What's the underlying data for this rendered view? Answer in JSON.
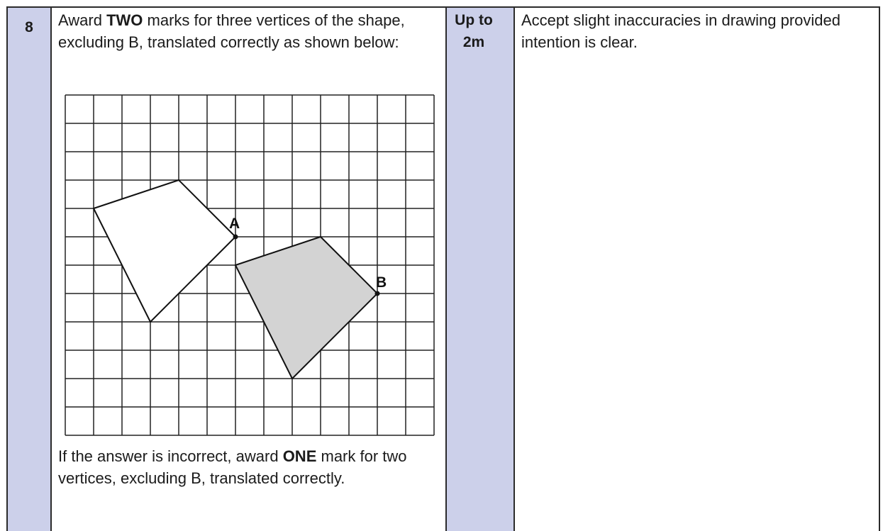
{
  "question": {
    "number": "8"
  },
  "criteria": {
    "main_pre": "Award ",
    "main_bold": "TWO",
    "main_post": " marks for three vertices of the shape, excluding B, translated correctly as shown below:",
    "alt_pre": "If the answer is incorrect, award ",
    "alt_bold": "ONE",
    "alt_post": " mark for two vertices, excluding B, translated correctly."
  },
  "marks": {
    "line1": "Up to",
    "line2": "2m"
  },
  "notes": {
    "text": "Accept slight inaccuracies in drawing provided intention is clear."
  },
  "diagram": {
    "grid_columns": 13,
    "grid_rows": 12,
    "original_shape_vertices": [
      [
        1,
        4
      ],
      [
        4,
        3
      ],
      [
        6,
        5
      ],
      [
        3,
        8
      ]
    ],
    "translated_shape_vertices": [
      [
        6,
        6
      ],
      [
        9,
        5
      ],
      [
        11,
        7
      ],
      [
        8,
        10
      ]
    ],
    "point_a": {
      "label": "A",
      "col": 6,
      "row": 5
    },
    "point_b": {
      "label": "B",
      "col": 11,
      "row": 7
    },
    "shade_color": "#d3d3d3"
  }
}
